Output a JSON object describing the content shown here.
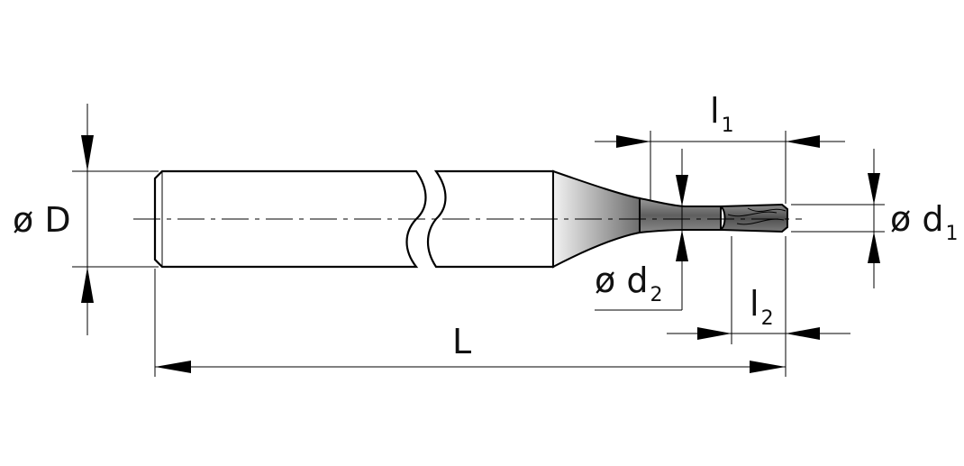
{
  "labels": {
    "shank_diameter": "ø D",
    "cutting_diameter": {
      "main": "ø d",
      "sub": "1"
    },
    "neck_diameter": {
      "main": "ø d",
      "sub": "2"
    },
    "reach_length": {
      "main": "l",
      "sub": "1"
    },
    "cutting_length": {
      "main": "l",
      "sub": "2"
    },
    "overall_length": "L"
  },
  "colors": {
    "line": "#000000",
    "tool_dark": "#6b6b6b",
    "tool_light": "#ececec"
  }
}
